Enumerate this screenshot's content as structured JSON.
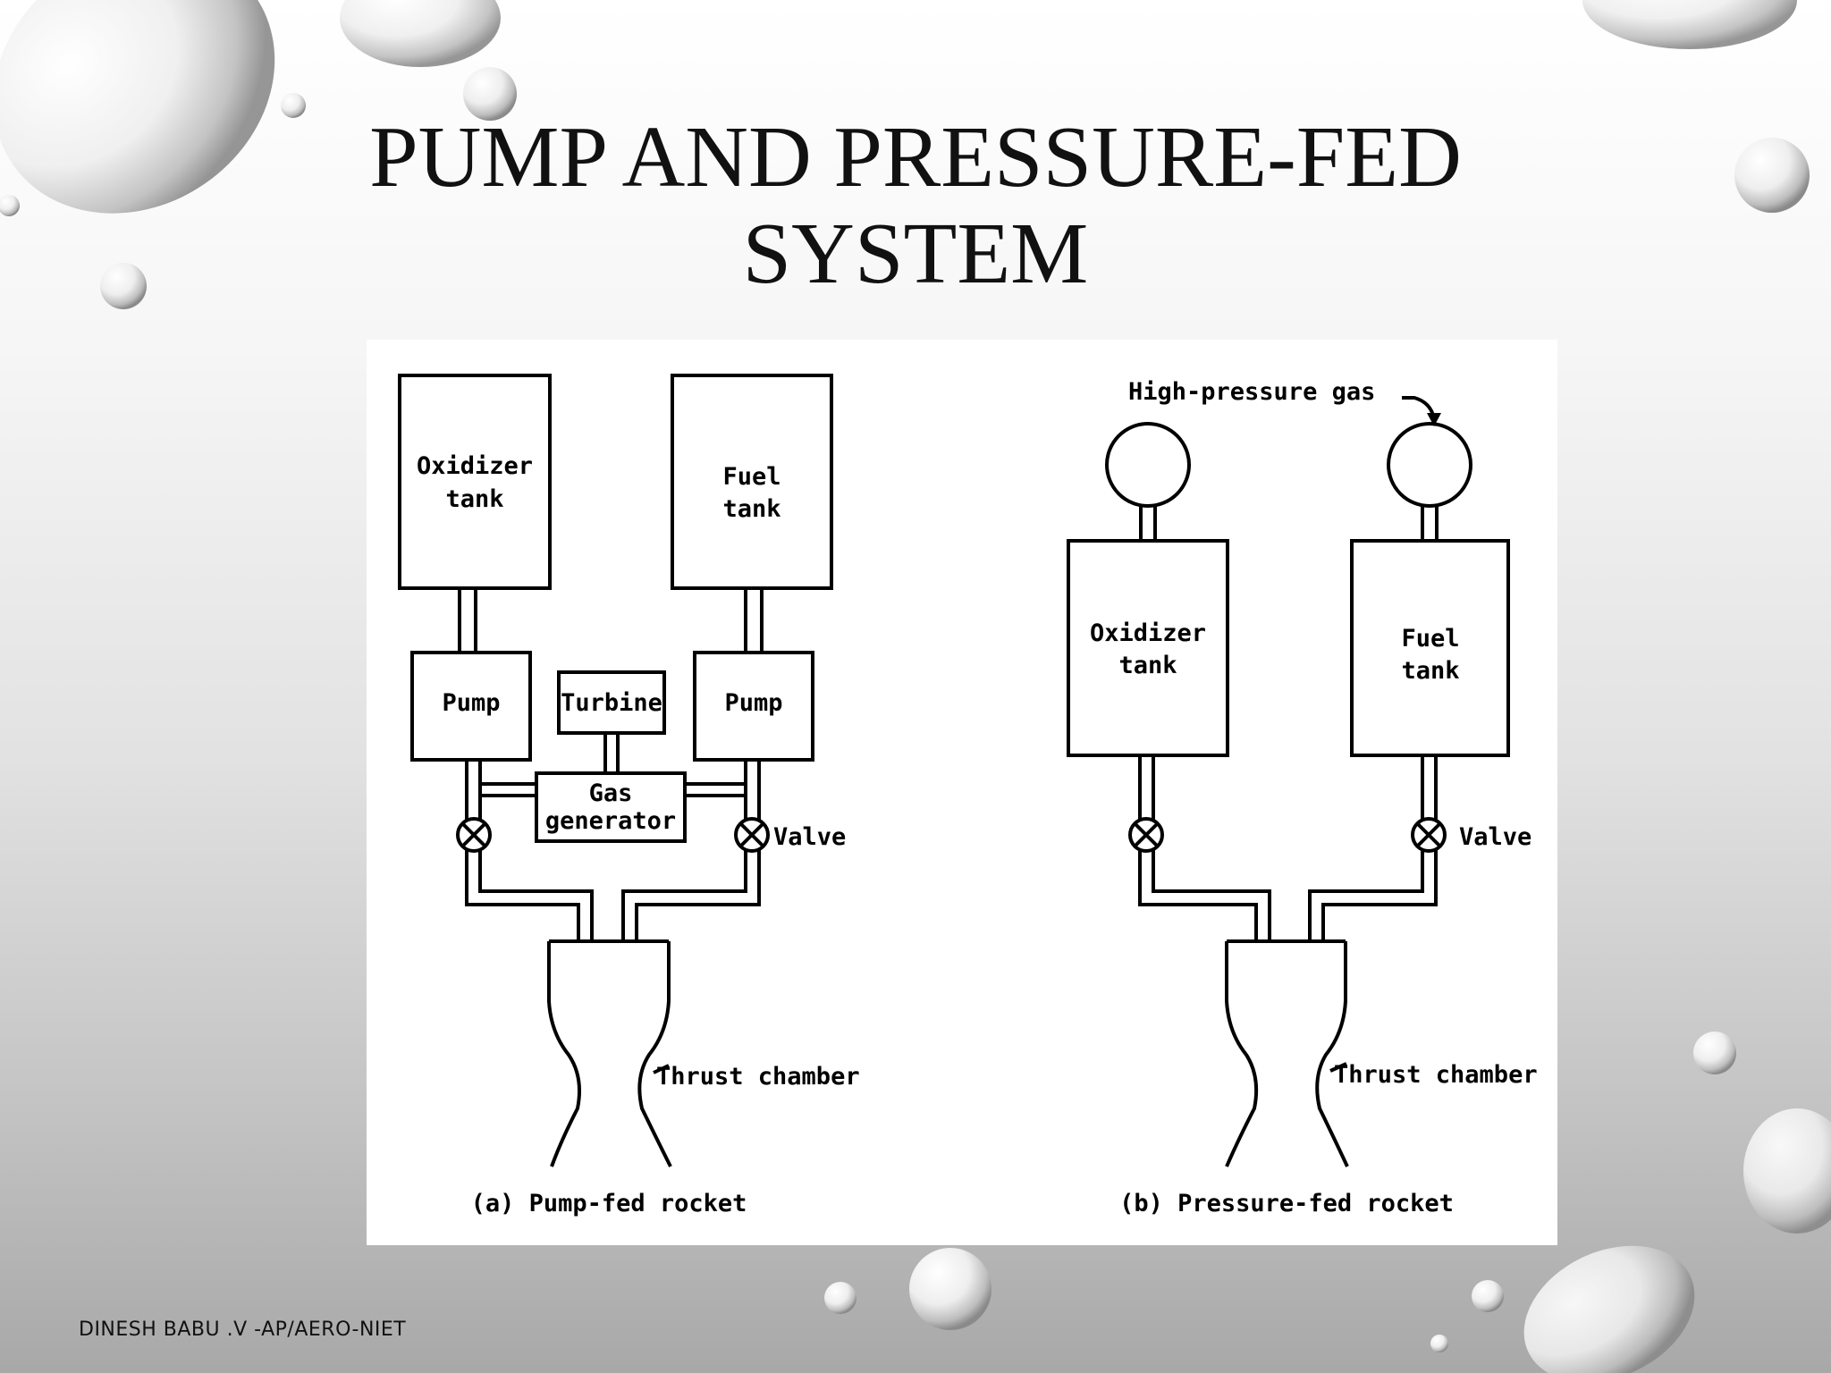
{
  "slide": {
    "title_line1": "PUMP AND PRESSURE-FED",
    "title_line2": "SYSTEM",
    "footer": "DINESH BABU .V -AP/AERO-NIET"
  },
  "diagram": {
    "pump_fed": {
      "oxidizer_tank": [
        "Oxidizer",
        "tank"
      ],
      "fuel_tank": [
        "Fuel",
        "tank"
      ],
      "pump_left": "Pump",
      "pump_right": "Pump",
      "turbine": "Turbine",
      "gas_generator": [
        "Gas",
        "generator"
      ],
      "valve": "Valve",
      "thrust_chamber": "Thrust chamber",
      "caption": "(a) Pump-fed rocket"
    },
    "pressure_fed": {
      "high_pressure_gas": "High-pressure gas",
      "oxidizer_tank": [
        "Oxidizer",
        "tank"
      ],
      "fuel_tank": [
        "Fuel",
        "tank"
      ],
      "valve": "Valve",
      "thrust_chamber": "Thrust chamber",
      "caption": "(b) Pressure-fed rocket"
    }
  }
}
